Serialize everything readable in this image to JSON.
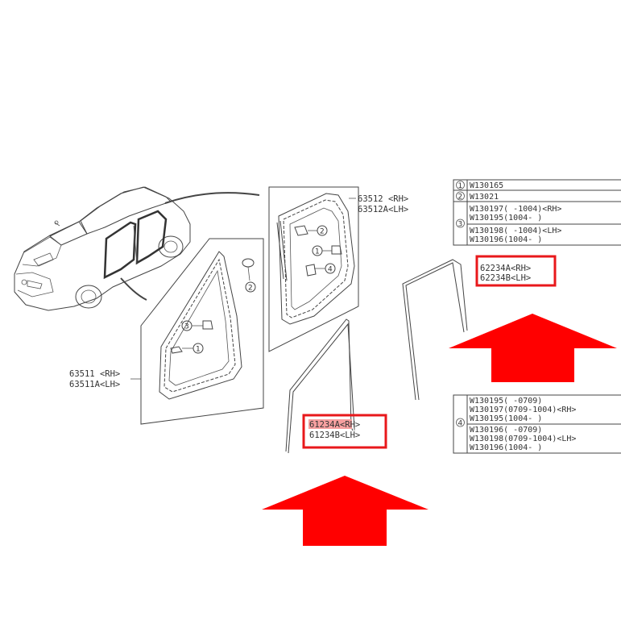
{
  "parts": {
    "rear_seal": {
      "code": "63512",
      "side": "<RH>",
      "code2": "63512A",
      "side2": "<LH>"
    },
    "front_seal": {
      "code": "63511",
      "side": "<RH>",
      "code2": "63511A",
      "side2": "<LH>"
    },
    "front_weatherstrip": {
      "code": "61234A",
      "side": "<RH>",
      "code2": "61234B",
      "side2": "<LH>"
    },
    "rear_weatherstrip": {
      "code": "62234A",
      "side": "<RH>",
      "code2": "62234B",
      "side2": "<LH>"
    }
  },
  "callouts": [
    "1",
    "2",
    "3",
    "4"
  ],
  "table_top": {
    "rows": [
      {
        "idx": "1",
        "lines": [
          "W130165"
        ]
      },
      {
        "idx": "2",
        "lines": [
          "W13021"
        ]
      },
      {
        "idx": "3",
        "lines": [
          "W130197(  -1004)<RH>",
          "W130195(1004-  )",
          "W130198(  -1004)<LH>",
          "W130196(1004-  )"
        ]
      }
    ]
  },
  "table_bottom": {
    "idx": "4",
    "lines": [
      "W130195(    -0709)",
      "W130197(0709-1004)<RH>",
      "W130195(1004-    )",
      "W130196(    -0709)",
      "W130198(0709-1004)<LH>",
      "W130196(1004-    )"
    ]
  },
  "colors": {
    "highlight": "#e8181b",
    "arrow": "#ff0000",
    "line": "#444444"
  }
}
